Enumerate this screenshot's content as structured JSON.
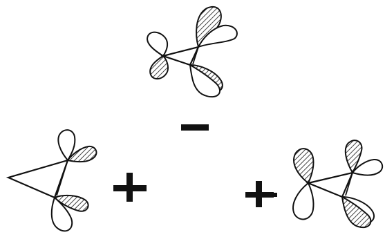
{
  "diagram": {
    "kind": "molecular-orbital-combination",
    "colors": {
      "ink": "#111111",
      "hatch": "#111111",
      "background": "#ffffff"
    },
    "top_molecule": {
      "shape": "triangle",
      "lobes": [
        {
          "position": "top-right",
          "shaded_part": "upper"
        },
        {
          "position": "left",
          "shaded_part": "lower"
        },
        {
          "position": "bottom-right",
          "shaded_part": "upper"
        }
      ]
    },
    "operators": [
      "minus",
      "plus",
      "plus"
    ],
    "bottom_left_molecule": {
      "shape": "triangle",
      "lobes": [
        {
          "position": "top-right",
          "shaded_part": "lower"
        },
        {
          "position": "bottom-right",
          "shaded_part": "lower"
        }
      ]
    },
    "bottom_right_molecule": {
      "shape": "triangle",
      "lobes": [
        {
          "position": "left",
          "shaded_part": "upper"
        },
        {
          "position": "top-right",
          "shaded_part": "upper"
        },
        {
          "position": "bottom-right",
          "shaded_part": "lower"
        }
      ]
    }
  }
}
